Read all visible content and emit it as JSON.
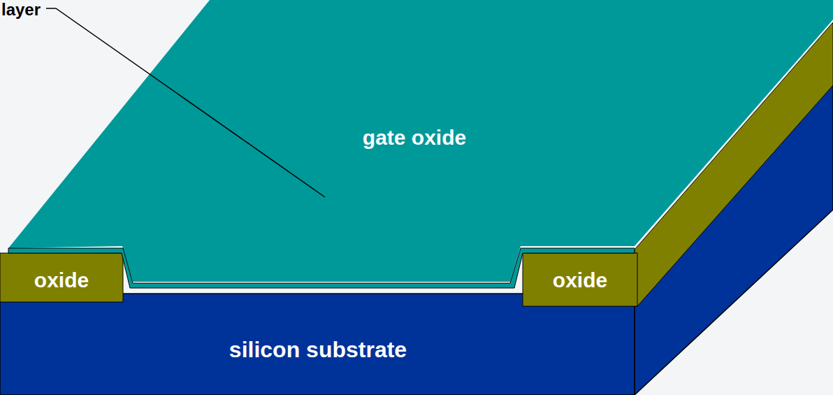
{
  "diagram": {
    "nodes": [
      {
        "text": [
          "gate oxide"
        ]
      },
      {
        "text": [
          "oxide"
        ]
      },
      {
        "text": [
          "oxide"
        ]
      },
      {
        "text": [
          "silicon substrate"
        ]
      }
    ],
    "labels": [
      "layer"
    ]
  }
}
